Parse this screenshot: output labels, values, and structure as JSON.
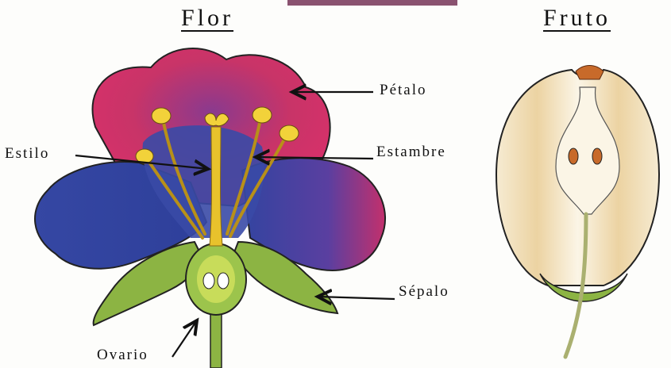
{
  "headings": {
    "flower": "Flor",
    "fruit": "Fruto"
  },
  "labels": {
    "petal": "Pétalo",
    "style": "Estilo",
    "stamen": "Estambre",
    "sepal": "Sépalo",
    "ovary": "Ovario"
  },
  "colors": {
    "petal_magenta": "#c83468",
    "petal_blue": "#3a4aa6",
    "stamen_yellow": "#e8c22c",
    "sepal_green": "#8cb443",
    "fruit_flesh": "#f4e6c8",
    "seed_orange": "#c86a2a"
  }
}
